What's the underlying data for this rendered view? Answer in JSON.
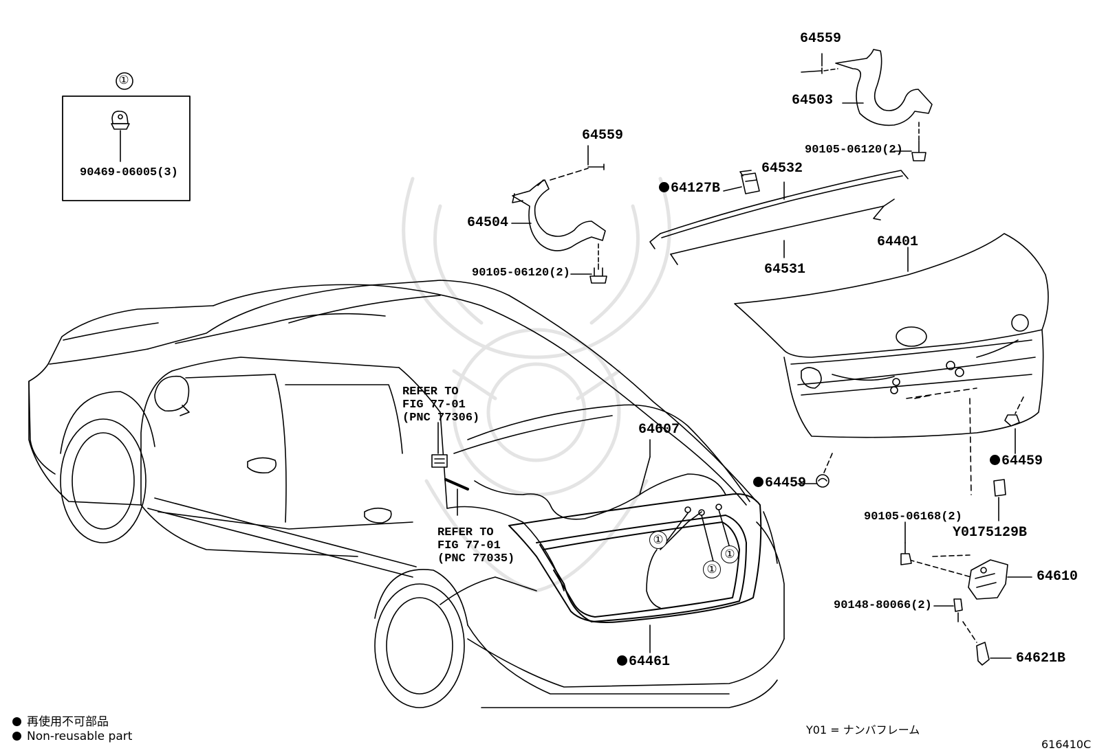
{
  "inset": {
    "marker": "①",
    "part": "90469-06005(3)"
  },
  "labels": {
    "p64559_top": "64559",
    "p64503": "64503",
    "p90105_right": "90105-06120(2)",
    "p64559_left": "64559",
    "p64532": "64532",
    "p64127b": "64127B",
    "p64504": "64504",
    "p64531": "64531",
    "p64401": "64401",
    "p90105_left": "90105-06120(2)",
    "p64607": "64607",
    "p64459_left": "64459",
    "p64459_right": "64459",
    "p90105_06168": "90105-06168(2)",
    "pY0175129b": "Y0175129B",
    "p64610": "64610",
    "p90148": "90148-80066(2)",
    "p64621b": "64621B",
    "p64461": "64461"
  },
  "refer_a": {
    "line1": "REFER TO",
    "line2": "FIG 77-01",
    "line3": "(PNC 77306)"
  },
  "refer_b": {
    "line1": "REFER TO",
    "line2": "FIG 77-01",
    "line3": "(PNC 77035)"
  },
  "circle_marker": "①",
  "legend": {
    "jp": "再使用不可部品",
    "en": "Non-reusable part"
  },
  "footnote": "Y01 = ナンバフレーム",
  "figure_code": "616410C"
}
